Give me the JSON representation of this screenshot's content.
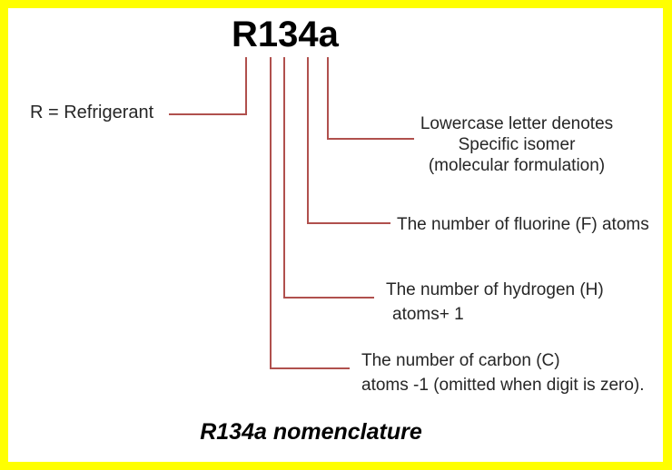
{
  "diagram": {
    "title": "R134a",
    "caption": "R134a nomenclature",
    "annotations": {
      "refrigerant": {
        "text": "R = Refrigerant"
      },
      "isomer": {
        "line1": "Lowercase letter denotes",
        "line2": "Specific isomer",
        "line3": "(molecular formulation)"
      },
      "fluorine": {
        "text": "The number of fluorine (F) atoms"
      },
      "hydrogen": {
        "line1": "The number of hydrogen (H)",
        "line2": "atoms+ 1"
      },
      "carbon": {
        "line1": "The number of carbon (C)",
        "line2": "atoms -1 (omitted when digit is zero)."
      }
    },
    "colors": {
      "border": "#ffff00",
      "background": "#ffffff",
      "connector": "#b0504d",
      "label_text": "#262626",
      "title_text": "#000000"
    }
  }
}
